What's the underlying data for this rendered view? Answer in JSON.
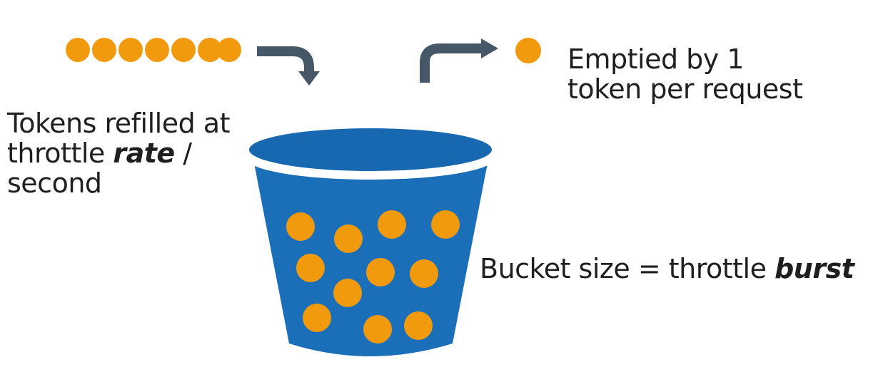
{
  "refill_label": {
    "line1": "Tokens refilled at",
    "line2_pre": "throttle ",
    "line2_em": "rate",
    "line2_post": " /",
    "line3": "second"
  },
  "emptied_label": {
    "line1": "Emptied by 1",
    "line2": "token per request"
  },
  "bucket_label": {
    "pre": "Bucket size = throttle ",
    "em": "burst"
  },
  "colors": {
    "token": "#f29a0e",
    "bucket": "#1a6fb8",
    "bucket_top": "#1768b0",
    "bucket_rim": "#ffffff",
    "arrow": "#465767"
  },
  "icons": {
    "token": "token-dot-icon",
    "bucket": "bucket-icon",
    "arrow": "bent-arrow-icon"
  }
}
